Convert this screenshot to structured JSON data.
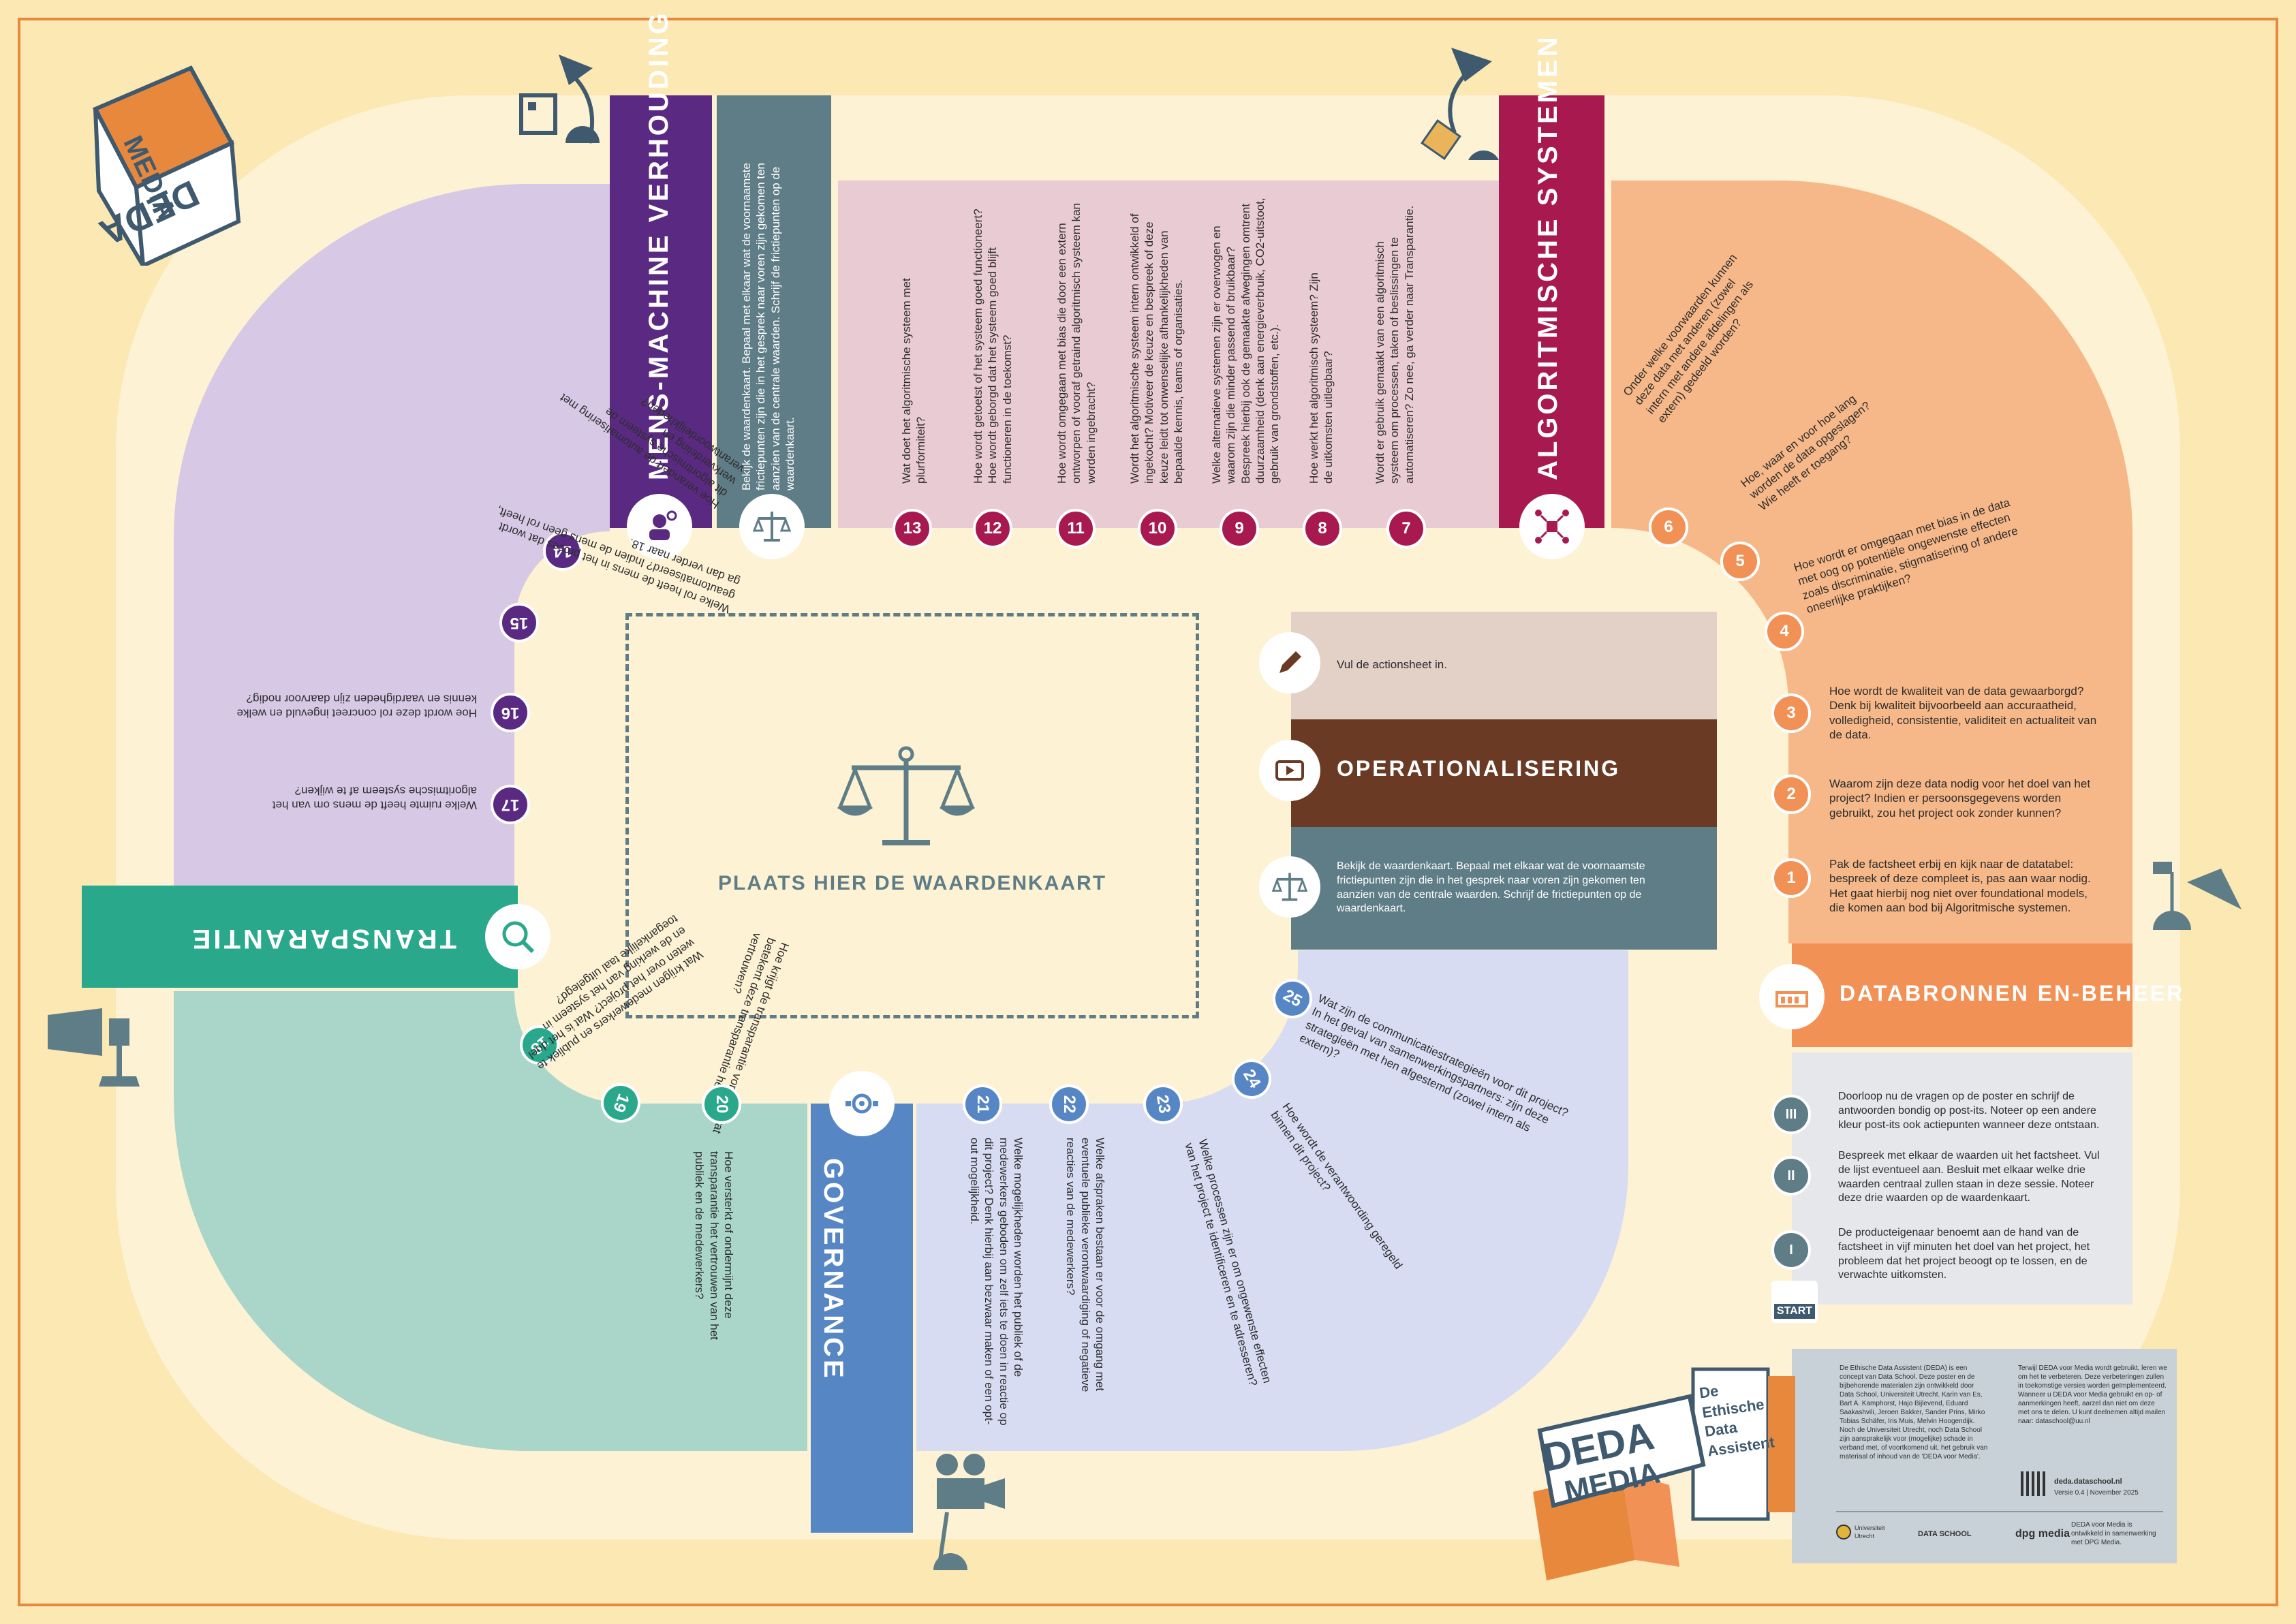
{
  "colors": {
    "background": "#fbe8b3",
    "track": "#fdf2d3",
    "purple": "#5a2a83",
    "lavender": "#d7c9e6",
    "slate": "#5f7d87",
    "pink": "#e9cbd3",
    "crimson": "#a7194f",
    "orange": "#f19155",
    "peach": "#f6b889",
    "teal": "#2aa88c",
    "mint": "#a9d6c9",
    "blue": "#5786c5",
    "periwinkle": "#d8dcf3",
    "brown": "#6a3a24",
    "grey": "#e5e7eb"
  },
  "logo_top": "DEDA voor MEDIA",
  "center": {
    "title": "PLAATS HIER DE WAARDENKAART",
    "icon": "scales-icon"
  },
  "sections": {
    "mens_machine": "MENS-MACHINE VERHOUDING",
    "algoritmische": "ALGORITMISCHE SYSTEMEN",
    "transparantie": "TRANSPARANTIE",
    "governance": "GOVERNANCE",
    "operationalisering": "OPERATIONALISERING",
    "databronnen": "DATABRONNEN EN-BEHEER"
  },
  "waardenkaart_top": "Bekijk de waardenkaart. Bepaal met elkaar wat de voornaamste frictiepunten zijn die in het gesprek naar voren zijn gekomen ten aanzien van de centrale waarden. Schrijf de frictiepunten op de waardenkaart.",
  "questions": {
    "q1": {
      "num": "1",
      "text": "Pak de factsheet erbij en kijk naar de datatabel: bespreek of deze compleet is, pas aan waar nodig. Het gaat hierbij nog niet over foundational models, die komen aan bod bij Algoritmische systemen."
    },
    "q2": {
      "num": "2",
      "text": "Waarom zijn deze data nodig voor het doel van het project? Indien er persoonsgegevens worden gebruikt, zou het project ook zonder kunnen?"
    },
    "q3": {
      "num": "3",
      "text": "Hoe wordt de kwaliteit van de data gewaarborgd? Denk bij kwaliteit bijvoorbeeld aan accuraatheid, volledigheid, consistentie, validiteit en actualiteit van de data."
    },
    "q4": {
      "num": "4",
      "text": "Hoe wordt er omgegaan met bias in de data met oog op potentiële ongewenste effecten zoals discriminatie, stigmatisering of andere oneerlijke praktijken?"
    },
    "q5": {
      "num": "5",
      "text": "Hoe, waar en voor hoe lang worden de data opgeslagen? Wie heeft er toegang?"
    },
    "q6": {
      "num": "6",
      "text": "Onder welke voorwaarden kunnen deze data met anderen (zowel intern met andere afdelingen als extern) gedeeld worden?"
    },
    "q7": {
      "num": "7",
      "text": "Wordt er gebruik gemaakt van een algoritmisch systeem om processen, taken of beslissingen te automatiseren? Zo nee, ga verder naar Transparantie."
    },
    "q8": {
      "num": "8",
      "text": "Hoe werkt het algoritmisch systeem? Zijn de uitkomsten uitlegbaar?"
    },
    "q9": {
      "num": "9",
      "text": "Welke alternatieve systemen zijn er overwogen en waarom zijn die minder passend of bruikbaar? Bespreek hierbij ook de gemaakte afwegingen omtrent duurzaamheid (denk aan energieverbruik, CO2-uitstoot, gebruik van grondstoffen, etc.)."
    },
    "q10": {
      "num": "10",
      "text": "Wordt het algoritmische systeem intern ontwikkeld of ingekocht? Motiveer de keuze en bespreek of deze keuze leidt tot onwenselijke afhankelijkheden van bepaalde kennis, teams of organisaties."
    },
    "q11": {
      "num": "11",
      "text": "Hoe wordt omgegaan met bias die door een extern ontworpen of vooraf getraind algoritmisch systeem kan worden ingebracht?"
    },
    "q12": {
      "num": "12",
      "text": "Hoe wordt getoetst of het systeem goed functioneert? Hoe wordt geborgd dat het systeem goed blijft functioneren in de toekomst?"
    },
    "q13": {
      "num": "13",
      "text": "Wat doet het algoritmische systeem met plurformiteit?"
    },
    "q14": {
      "num": "14",
      "text": "Hoe verandert de automatisering met dit algoritmische systeem de werkverdeling en verantwoordelijkheden?"
    },
    "q15": {
      "num": "15",
      "text": "Welke rol heeft de mens in het proces dat wordt geautomatiseerd? Indien de mens geen rol heeft, ga dan verder naar 18."
    },
    "q16": {
      "num": "16",
      "text": "Hoe wordt deze rol concreet ingevuld en welke kennis en vaardigheden zijn daarvoor nodig?"
    },
    "q17": {
      "num": "17",
      "text": "Welke ruimte heeft de mens om van het algoritmische systeem af te wijken?"
    },
    "q18": {
      "num": "18",
      "text": "Wat krijgen medewerkers en publiek te weten over het project? Wat is het doel en de werking van het systeem in toegankelijke taal uitgelegd?"
    },
    "q19": {
      "num": "19",
      "text": "Hoe krijgt de transparantie vorm en wat betekent deze transparantie het vertrouwen?"
    },
    "q20": {
      "num": "20",
      "text": "Hoe versterkt of ondermijnt deze transparantie het vertrouwen van het publiek en de medewerkers?"
    },
    "q21": {
      "num": "21",
      "text": "Welke mogelijkheden worden het publiek of de medewerkers geboden om zelf iets te doen in reactie op dit project? Denk hierbij aan bezwaar maken of een opt-out mogelijkheid."
    },
    "q22": {
      "num": "22",
      "text": "Welke afspraken bestaan er voor de omgang met eventuele publieke verontwaardiging of negatieve reacties van de medewerkers?"
    },
    "q23": {
      "num": "23",
      "text": "Welke processen zijn er om ongewenste effecten van het project te identificeren en te adresseren?"
    },
    "q24": {
      "num": "24",
      "text": "Hoe wordt de verantwoording geregeld binnen dit project?"
    },
    "q25": {
      "num": "25",
      "text": "Wat zijn de communicatiestrategieën voor dit project? In het geval van samenwerkingspartners: zijn deze strategieën met hen afgestemd (zowel intern als extern)?"
    }
  },
  "operational": {
    "action": "Vul de actionsheet in.",
    "waarden": "Bekijk de waardenkaart. Bepaal met elkaar wat de voornaamste frictiepunten zijn die in het gesprek naar voren zijn gekomen ten aanzien van de centrale waarden. Schrijf de frictiepunten op de waardenkaart."
  },
  "steps": {
    "s3": {
      "num": "III",
      "text": "Doorloop nu de vragen op de poster en schrijf de antwoorden bondig op post-its. Noteer op een andere kleur post-its ook actiepunten wanneer deze ontstaan."
    },
    "s2": {
      "num": "II",
      "text": "Bespreek met elkaar de waarden uit het factsheet. Vul de lijst eventueel aan. Besluit met elkaar welke drie waarden centraal zullen staan in deze sessie. Noteer deze drie waarden op de waardenkaart."
    },
    "s1": {
      "num": "I",
      "text": "De producteigenaar benoemt aan de hand van de factsheet in vijf minuten het doel van het project, het probleem dat het project beoogt op te lossen, en de verwachte uitkomsten."
    },
    "start": "START"
  },
  "footer": {
    "col1": "De Ethische Data Assistent (DEDA) is een concept van Data School. Deze poster en de bijbehorende materialen zijn ontwikkeld door Data School, Universiteit Utrecht. Karin van Es, Bart A. Kamphorst, Hajo Bijlevend, Eduard Saakashvili, Jeroen Bakker, Sander Prins, Mirko Tobias Schäfer, Iris Muis, Melvin Hoogendijk. Noch de Universiteit Utrecht, noch Data School zijn aansprakelijk voor (mogelijke) schade in verband met, of voortkomend uit, het gebruik van materiaal of inhoud van de 'DEDA voor Media'.",
    "col2": "Terwijl DEDA voor Media wordt gebruikt, leren we om het te verbeteren. Deze verbeteringen zullen in toekomstige versies worden geïmplementeerd. Wanneer u DEDA voor Media gebruikt en op- of aanmerkingen heeft, aarzel dan niet om deze met ons te delen. U kunt deelnemen altijd mailen naar: dataschool@uu.nl",
    "site": "deda.dataschool.nl",
    "version": "Versie 0.4 | November 2025",
    "dpg": "DEDA voor Media is ontwikkeld in samenwerking met DPG Media.",
    "uu": "Universiteit Utrecht",
    "ds": "DATA SCHOOL",
    "dpg_logo": "dpg media",
    "box_title": "De Ethische Data Assistent",
    "logo_bottom": "DEDA voor MEDIA"
  }
}
